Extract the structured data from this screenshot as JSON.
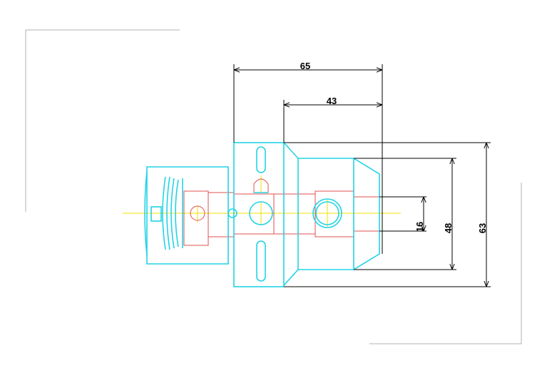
{
  "drawing": {
    "dimensions": {
      "overall_length": "65",
      "body_length": "43",
      "bore": "16",
      "body_diameter": "48",
      "flange_diameter": "63"
    }
  },
  "colors": {
    "outline": "#22d3e6",
    "hidden_lines": "#e05050",
    "center_lines": "#f0e000",
    "dimension_lines": "#000000",
    "frame": "#b0b0b0"
  }
}
